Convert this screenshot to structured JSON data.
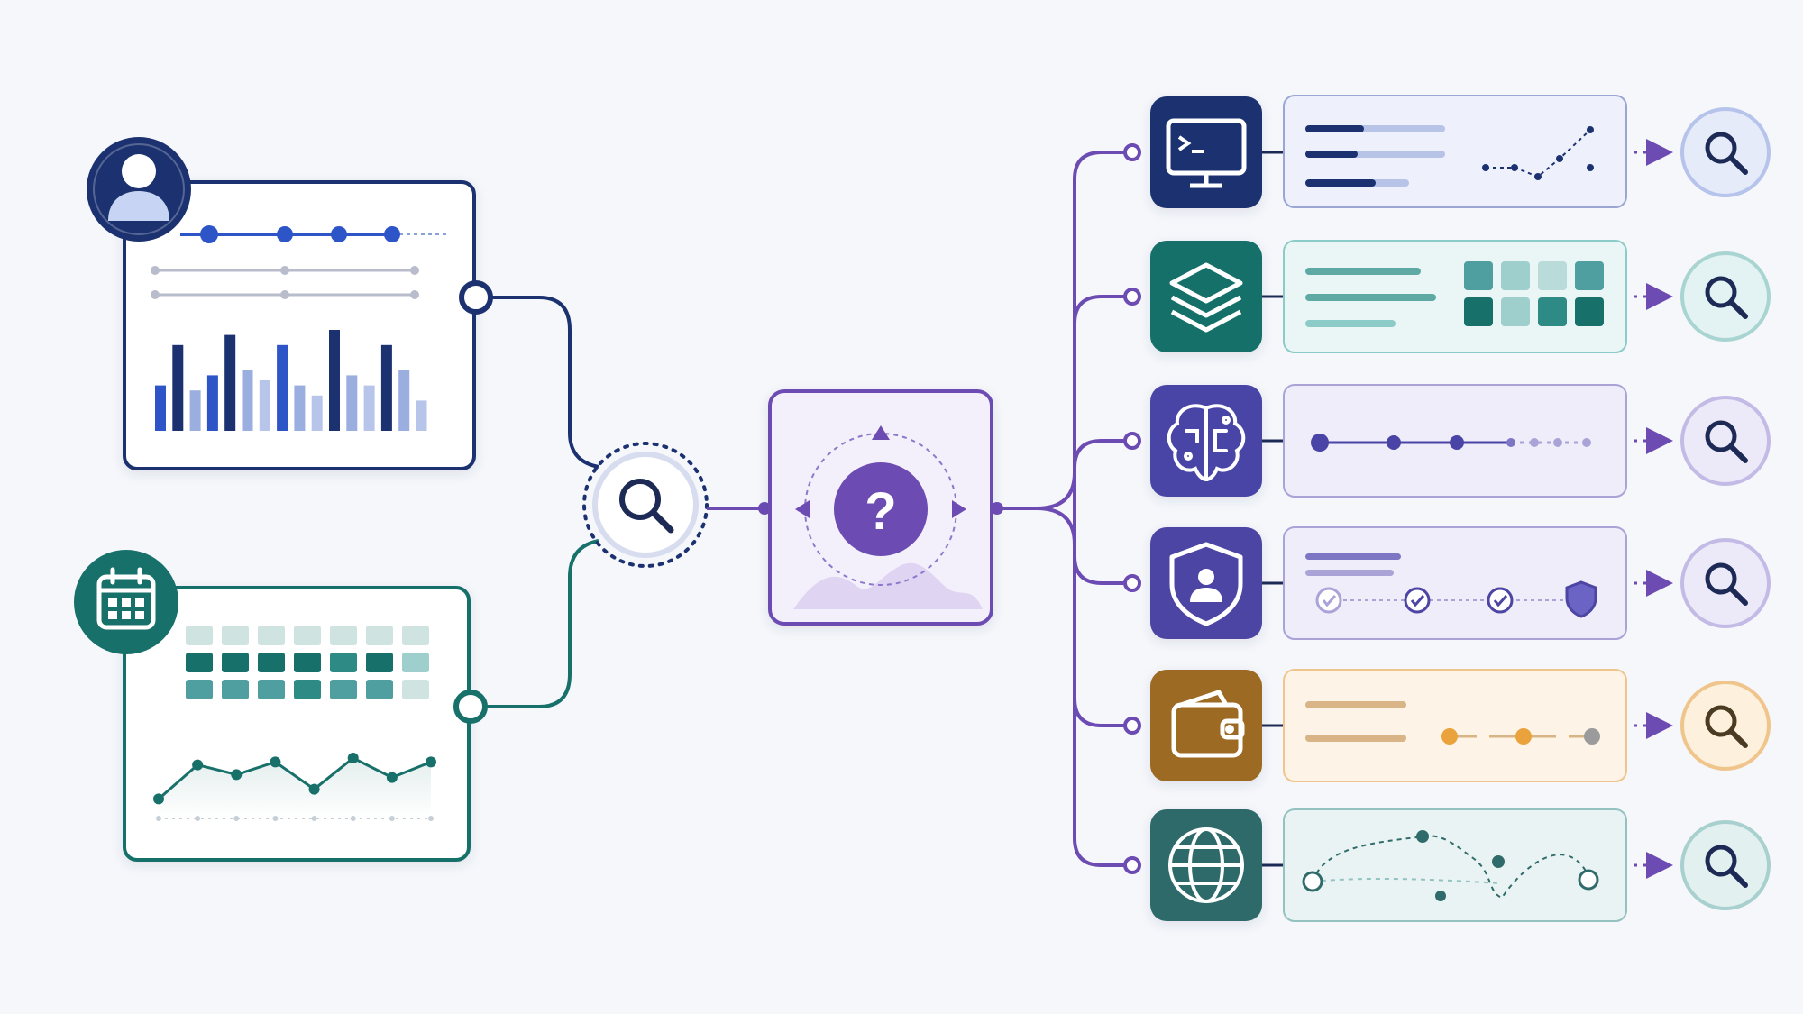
{
  "center": {
    "glyph": "?"
  },
  "colors": {
    "navy": "#1c3270",
    "teal": "#17706a",
    "purple": "#6c4bb3",
    "indigo": "#4a44a6",
    "shield": "#4d45a4",
    "amber": "#9c6a21",
    "slate": "#2f6b6a",
    "orange": "#e9a23c",
    "background": "#f6f7fb"
  },
  "inputs": [
    {
      "id": "profile-panel",
      "icon": "user-icon",
      "bars": [
        0.45,
        0.85,
        0.4,
        0.55,
        0.95,
        0.6,
        0.5,
        0.85,
        0.45,
        0.35,
        1.0,
        0.55,
        0.45,
        0.85,
        0.6,
        0.3
      ]
    },
    {
      "id": "calendar-panel",
      "icon": "calendar-icon",
      "line": [
        0.2,
        0.55,
        0.45,
        0.58,
        0.3,
        0.62,
        0.42,
        0.58
      ]
    }
  ],
  "outputs": [
    {
      "id": "terminal",
      "icon": "terminal-icon"
    },
    {
      "id": "layers",
      "icon": "layers-icon"
    },
    {
      "id": "brain",
      "icon": "brain-icon"
    },
    {
      "id": "shield",
      "icon": "shield-user-icon"
    },
    {
      "id": "wallet",
      "icon": "wallet-icon"
    },
    {
      "id": "globe",
      "icon": "globe-icon"
    }
  ]
}
